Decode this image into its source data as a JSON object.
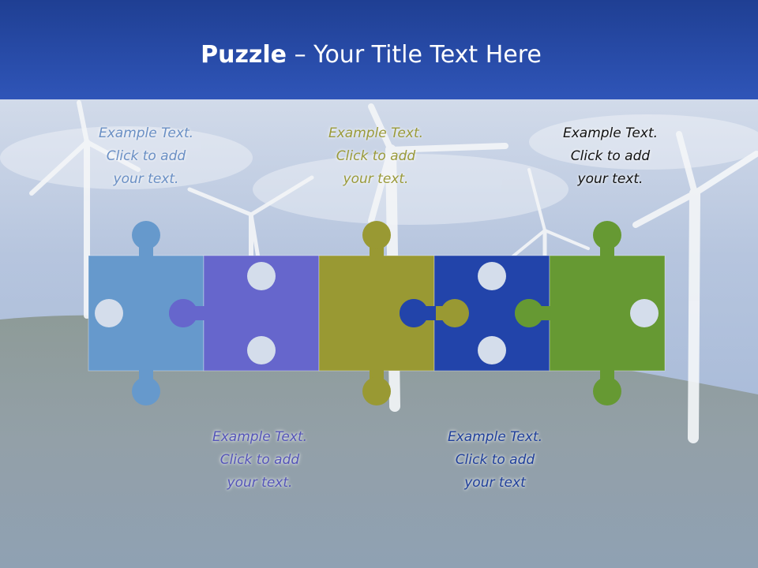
{
  "slide": {
    "title_bold": "Puzzle",
    "title_rest": " – Your Title Text Here"
  },
  "pieces": [
    {
      "color": "#6699cc",
      "name": "blue"
    },
    {
      "color": "#6666cc",
      "name": "purple"
    },
    {
      "color": "#999933",
      "name": "olive"
    },
    {
      "color": "#2244aa",
      "name": "dark-blue"
    },
    {
      "color": "#669933",
      "name": "green"
    }
  ],
  "notes": [
    {
      "line1": "Example Text.",
      "line2": "Click  to add",
      "line3": "your text.",
      "color": "#6a8fc4"
    },
    {
      "line1": "Example Text.",
      "line2": "Click  to add",
      "line3": "your text.",
      "color": "#9a9a3a"
    },
    {
      "line1": "Example Text.",
      "line2": "Click  to add",
      "line3": "your text.",
      "color": "#111111"
    },
    {
      "line1": "Example Text.",
      "line2": "Click  to add",
      "line3": "your text.",
      "color": "#5555b8"
    },
    {
      "line1": "Example Text.",
      "line2": "Click  to add",
      "line3": "your text",
      "color": "#1f3f9a"
    }
  ]
}
